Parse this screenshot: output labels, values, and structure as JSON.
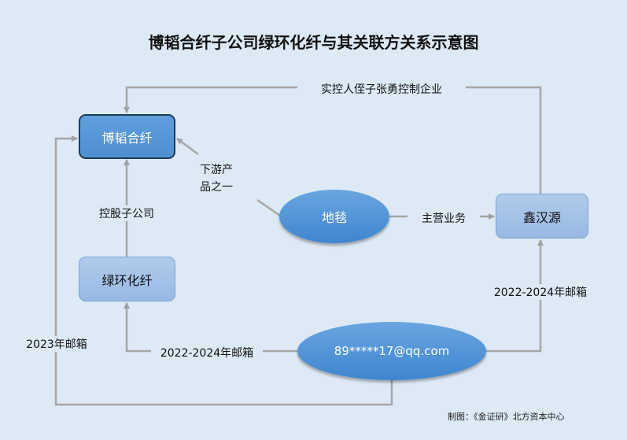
{
  "title": "博韬合纤子公司绿环化纤与其关联方关系示意图",
  "nodes": {
    "botao": "博韬合纤",
    "lvhuan": "绿环化纤",
    "ditan": "地毯",
    "xinhanyuan": "鑫汉源",
    "email": "89*****17@qq.com"
  },
  "edges": {
    "top": "实控人侄子张勇控制企业",
    "holding": "控股子公司",
    "downstream_line1": "下游产",
    "downstream_line2": "品之一",
    "main_business": "主营业务",
    "email_right": "2022-2024年邮箱",
    "email_left": "2022-2024年邮箱",
    "email_bottom": "2023年邮箱"
  },
  "footer": "制图：《金证研》北方资本中心"
}
